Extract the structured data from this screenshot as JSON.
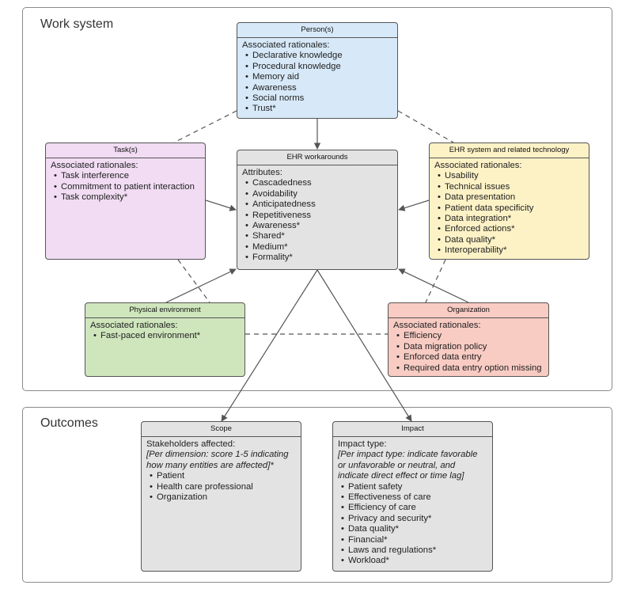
{
  "work_system": {
    "title": "Work system"
  },
  "outcomes": {
    "title": "Outcomes"
  },
  "person": {
    "header": "Person(s)",
    "lead": "Associated rationales:",
    "items": [
      "Declarative knowledge",
      "Procedural knowledge",
      "Memory aid",
      "Awareness",
      "Social norms",
      "Trust*"
    ]
  },
  "task": {
    "header": "Task(s)",
    "lead": "Associated rationales:",
    "items": [
      "Task interference",
      "Commitment to patient interaction",
      "Task complexity*"
    ]
  },
  "ehr_workarounds": {
    "header": "EHR workarounds",
    "lead": "Attributes:",
    "items": [
      "Cascadedness",
      "Avoidability",
      "Anticipatedness",
      "Repetitiveness",
      "Awareness*",
      "Shared*",
      "Medium*",
      "Formality*"
    ]
  },
  "ehr_system": {
    "header": "EHR system and related technology",
    "lead": "Associated rationales:",
    "items": [
      "Usability",
      "Technical issues",
      "Data presentation",
      "Patient data specificity",
      "Data integration*",
      "Enforced actions*",
      "Data quality*",
      "Interoperability*"
    ]
  },
  "physical_environment": {
    "header": "Physical environment",
    "lead": "Associated rationales:",
    "items": [
      "Fast-paced environment*"
    ]
  },
  "organization": {
    "header": "Organization",
    "lead": "Associated rationales:",
    "items": [
      "Efficiency",
      "Data migration policy",
      "Enforced data entry",
      "Required data entry option missing"
    ]
  },
  "scope": {
    "header": "Scope",
    "lead": "Stakeholders affected:",
    "note": "[Per dimension: score 1-5 indicating how many entities are affected]*",
    "items": [
      "Patient",
      "Health care professional",
      "Organization"
    ]
  },
  "impact": {
    "header": "Impact",
    "lead": "Impact type:",
    "note": "[Per impact type: indicate favorable or unfavorable or neutral, and indicate direct effect or time lag]",
    "items": [
      "Patient safety",
      "Effectiveness of care",
      "Efficiency of care",
      "Privacy and security*",
      "Data quality*",
      "Financial*",
      "Laws and regulations*",
      "Workload*"
    ]
  },
  "colors": {
    "person": "#d7e9f8",
    "task": "#f1dcf3",
    "ehr_workarounds": "#e3e3e3",
    "ehr_system": "#fdf2c6",
    "physical_environment": "#cfe6bd",
    "organization": "#f8cbc3",
    "outcome_boxes": "#e3e3e3"
  }
}
